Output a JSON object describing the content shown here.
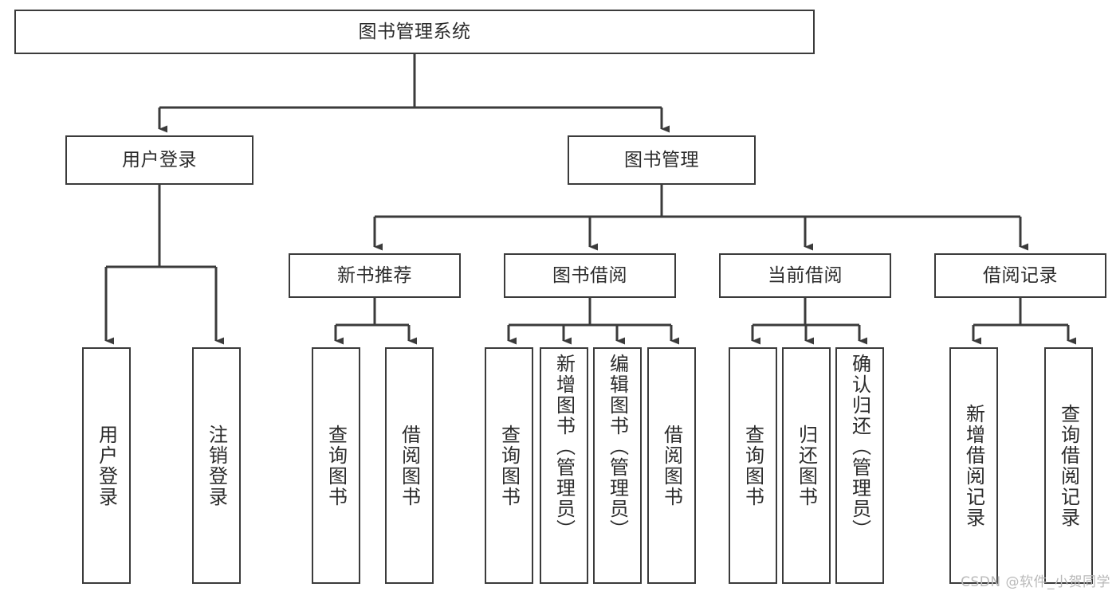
{
  "diagram": {
    "title": "图书管理系统",
    "type": "tree-hierarchy-diagram",
    "watermark": "CSDN @软件_小贺同学",
    "colors": {
      "stroke": "#3b3b3b",
      "text": "#2b2b2b",
      "background": "#ffffff",
      "watermark": "#b9b9b9"
    },
    "nodes": {
      "root": {
        "label": "图书管理系统"
      },
      "level2": [
        {
          "label": "用户登录"
        },
        {
          "label": "图书管理"
        }
      ],
      "level3": [
        {
          "label": "新书推荐"
        },
        {
          "label": "图书借阅"
        },
        {
          "label": "当前借阅"
        },
        {
          "label": "借阅记录"
        }
      ],
      "leaves": {
        "user_login": [
          {
            "label": "用户登录"
          },
          {
            "label": "注销登录"
          }
        ],
        "new_book_rec": [
          {
            "label": "查询图书"
          },
          {
            "label": "借阅图书"
          }
        ],
        "book_borrow": [
          {
            "label": "查询图书"
          },
          {
            "label": "新增图书（管理员）"
          },
          {
            "label": "编辑图书（管理员）"
          },
          {
            "label": "借阅图书"
          }
        ],
        "current_borrow": [
          {
            "label": "查询图书"
          },
          {
            "label": "归还图书"
          },
          {
            "label": "确认归还（管理员）"
          }
        ],
        "borrow_record": [
          {
            "label": "新增借阅记录"
          },
          {
            "label": "查询借阅记录"
          }
        ]
      }
    }
  }
}
